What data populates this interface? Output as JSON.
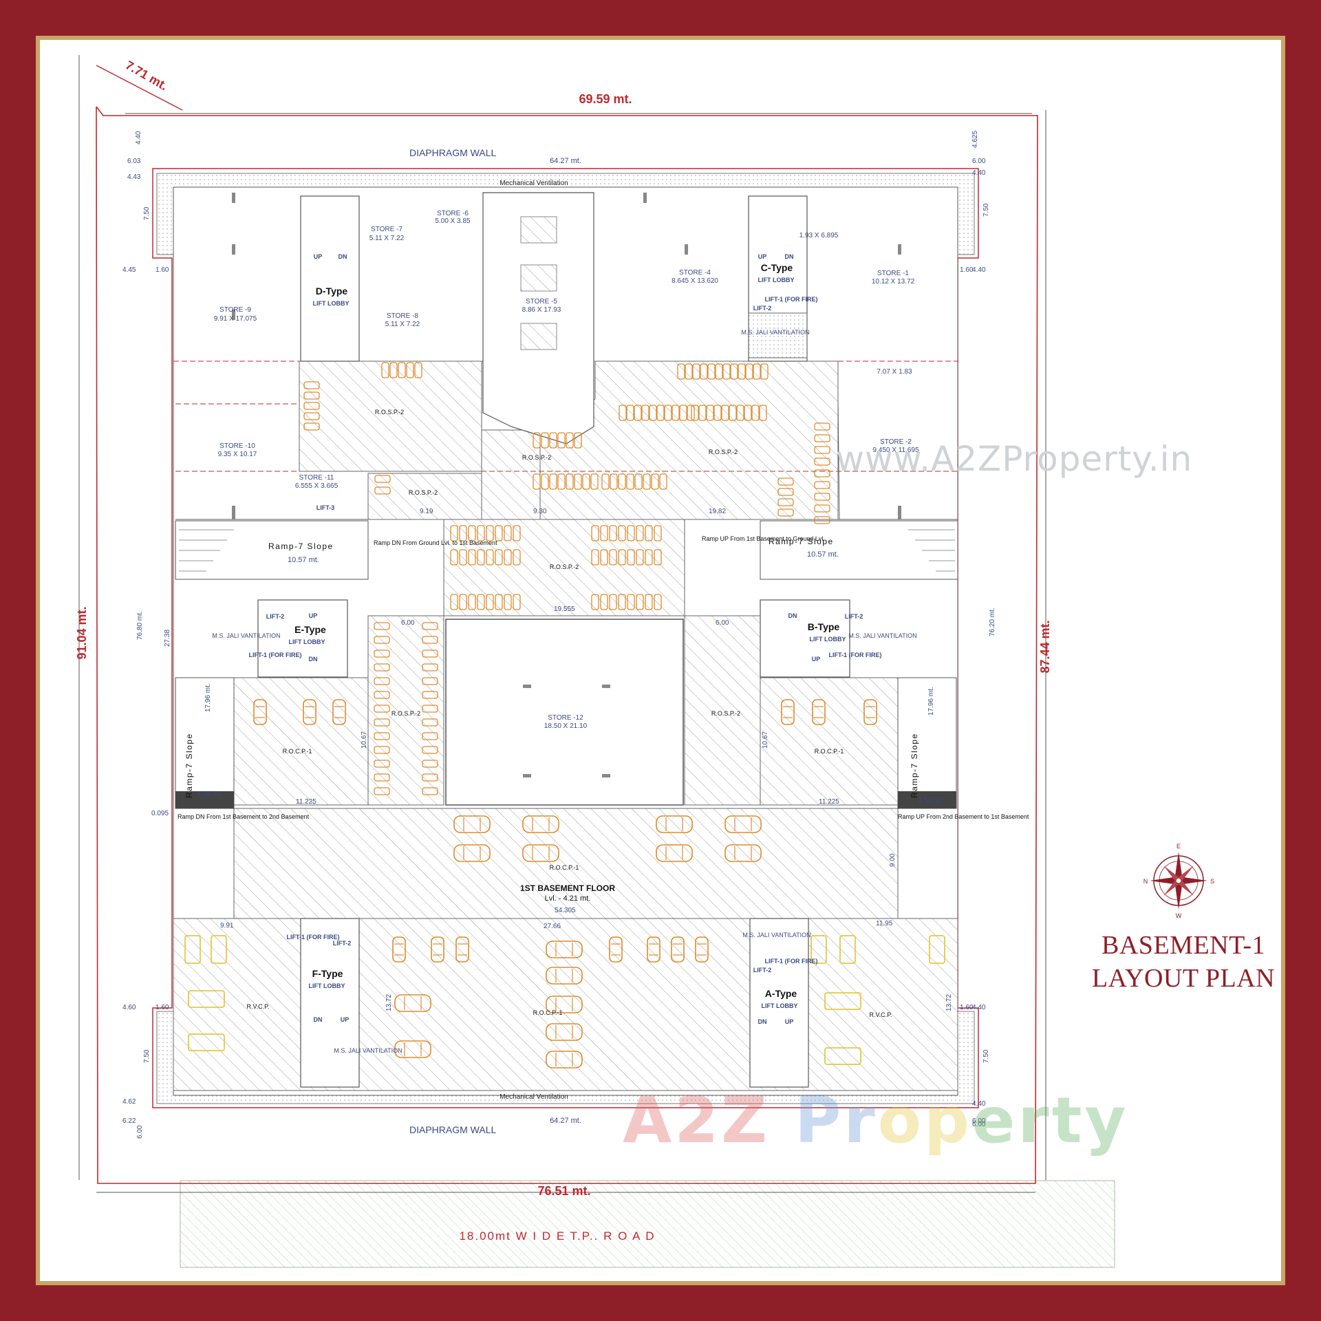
{
  "title": {
    "line1": "BASEMENT-1",
    "line2": "LAYOUT PLAN"
  },
  "watermarks": {
    "url": "www.A2ZProperty.in",
    "brand": "A2Z Property"
  },
  "compass": {
    "n": "N",
    "s": "S",
    "e": "E",
    "w": "W"
  },
  "colors": {
    "frame": "#8e1f28",
    "gold": "#c9a566",
    "plan_line": "#3a4a80",
    "dim_red": "#c0282e",
    "car": "#e08a2a",
    "car_yellow": "#e8c840"
  },
  "site": {
    "top_width": "69.59 mt.",
    "bottom_width": "76.51 mt.",
    "left_depth": "91.04 mt.",
    "right_depth": "87.44 mt.",
    "corner": "7.71 mt.",
    "road": "18.00mt    W I D E T.P..  R O A D"
  },
  "walls": {
    "top_label": "DIAPHRAGM WALL",
    "bottom_label": "DIAPHRAGM WALL",
    "top_dim": "64.27 mt.",
    "bottom_dim": "64.27 mt.",
    "vent_top": "Mechanical Ventilation",
    "vent_bottom": "Mechanical Ventilation"
  },
  "stores": [
    {
      "id": "s9",
      "name": "STORE -9",
      "size": "9.91 X 17.075"
    },
    {
      "id": "s7",
      "name": "STORE -7",
      "size": "5.11 X 7.22"
    },
    {
      "id": "s6",
      "name": "STORE -6",
      "size": "5.00 X 3.85"
    },
    {
      "id": "s8",
      "name": "STORE -8",
      "size": "5.11 X 7.22"
    },
    {
      "id": "s5",
      "name": "STORE -5",
      "size": "8.86 X 17.93"
    },
    {
      "id": "s4",
      "name": "STORE -4",
      "size": "8.645 X 13.620"
    },
    {
      "id": "s1",
      "name": "STORE -1",
      "size": "10.12 X 13.72"
    },
    {
      "id": "s10",
      "name": "STORE -10",
      "size": "9.35 X 10.17"
    },
    {
      "id": "s11",
      "name": "STORE -11",
      "size": "6.555 X 3.665"
    },
    {
      "id": "s2",
      "name": "STORE -2",
      "size": "9.450 X 11.695"
    },
    {
      "id": "s12",
      "name": "STORE -12",
      "size": "18.50 X 21.10"
    }
  ],
  "lobbies": [
    {
      "id": "d",
      "type": "D-Type",
      "label": "LIFT LOBBY"
    },
    {
      "id": "c",
      "type": "C-Type",
      "label": "LIFT LOBBY"
    },
    {
      "id": "e",
      "type": "E-Type",
      "label": "LIFT LOBBY"
    },
    {
      "id": "b",
      "type": "B-Type",
      "label": "LIFT LOBBY"
    },
    {
      "id": "f",
      "type": "F-Type",
      "label": "LIFT LOBBY"
    },
    {
      "id": "a",
      "type": "A-Type",
      "label": "LIFT LOBBY"
    }
  ],
  "parking": {
    "rosp2_3": "R.O.S.P.-2",
    "rosp2_5": "R.O.S.P.-2",
    "rosp2_6": "R.O.S.P.-2",
    "rosp2_4": "R.O.S.P.-2",
    "rosp2_2": "R.O.S.P.-2",
    "rosp2_1l": "R.O.S.P.-2",
    "rosp2_1r": "R.O.S.P.-2",
    "rocp1_2l": "R.O.C.P.-1",
    "rocp1_2r": "R.O.C.P.-1",
    "rocp1_3": "R.O.C.P.-1",
    "rocp1_1": "R.O.C.P.-1",
    "rvcp_2": "R.V.C.P.",
    "rvcp_1": "R.V.C.P."
  },
  "ramps": {
    "slope_left": "Ramp-7 Slope",
    "slope_right": "Ramp-7 Slope",
    "slope_left_v": "Ramp-7 Slope",
    "slope_right_v": "Ramp-7 Slope",
    "len_left": "10.57 mt.",
    "len_right": "10.57 mt.",
    "ramp_dn_ground": "Ramp DN From Ground Lvl. to 1st Basement",
    "ramp_up_ground": "Ramp UP From 1st Basement to Ground Lvl.",
    "ramp_dn_2nd": "Ramp DN From 1st Basement to 2nd Basement",
    "ramp_up_2nd": "Ramp UP From 2nd Basement to 1st Basement"
  },
  "floor": {
    "name": "1ST BASEMENT FLOOR",
    "level": "Lvl. - 4.21 mt."
  },
  "small_labels": {
    "lift2": "LIFT-2",
    "lift3": "LIFT-3",
    "lift1": "LIFT-1 (FOR FIRE)",
    "jali": "M.S. JALI VANTILATION",
    "up": "UP",
    "dn": "DN",
    "store_size_c": "1.93 X 6.895",
    "store_size_r": "7.07 X 1.83"
  },
  "dims": {
    "d_left_top1": "4.40",
    "d_left_top2": "6.03",
    "d_left_top3": "4.43",
    "d_left_750a": "7.50",
    "d_left_445": "4.45",
    "d_left_160a": "1.60",
    "d_right_4625": "4.625",
    "d_right_600a": "6.00",
    "d_right_440a": "4.40",
    "d_right_750a": "7.50",
    "d_right_440b": "4.40",
    "d_right_160a": "1.60",
    "d_left_7680": "76.80 mt.",
    "d_right_7620": "76.20 mt.",
    "d_left_460": "4.60",
    "d_left_160b": "1.60",
    "d_left_750b": "7.50",
    "d_left_462": "4.62",
    "d_left_622": "6.22",
    "d_left_600": "6.00",
    "d_right_440c": "4.40",
    "d_right_160b": "1.60",
    "d_right_750b": "7.50",
    "d_right_440d": "4.40",
    "d_right_600b": "6.00",
    "d_right_600c": "6.00",
    "d_919": "9.19",
    "d_930": "9.30",
    "d_1982": "19.82",
    "d_19555": "19.555",
    "d_600l": "6.00",
    "d_600r": "6.00",
    "d_11225l": "11.225",
    "d_11225r": "11.225",
    "d_54305": "54.305",
    "d_2766": "27.66",
    "d_991": "9.91",
    "d_1195": "11.95",
    "d_1796l": "17.96 mt.",
    "d_1796r": "17.96 mt.",
    "d_458l": "4.58 mt.",
    "d_458r": "4.58 mt.",
    "d_0095": "0.095",
    "d_900": "9.00",
    "d_1067l": "10.67",
    "d_1067r": "10.67",
    "d_2738": "27.38",
    "d_1372l": "13.72",
    "d_1372r": "13.72"
  }
}
